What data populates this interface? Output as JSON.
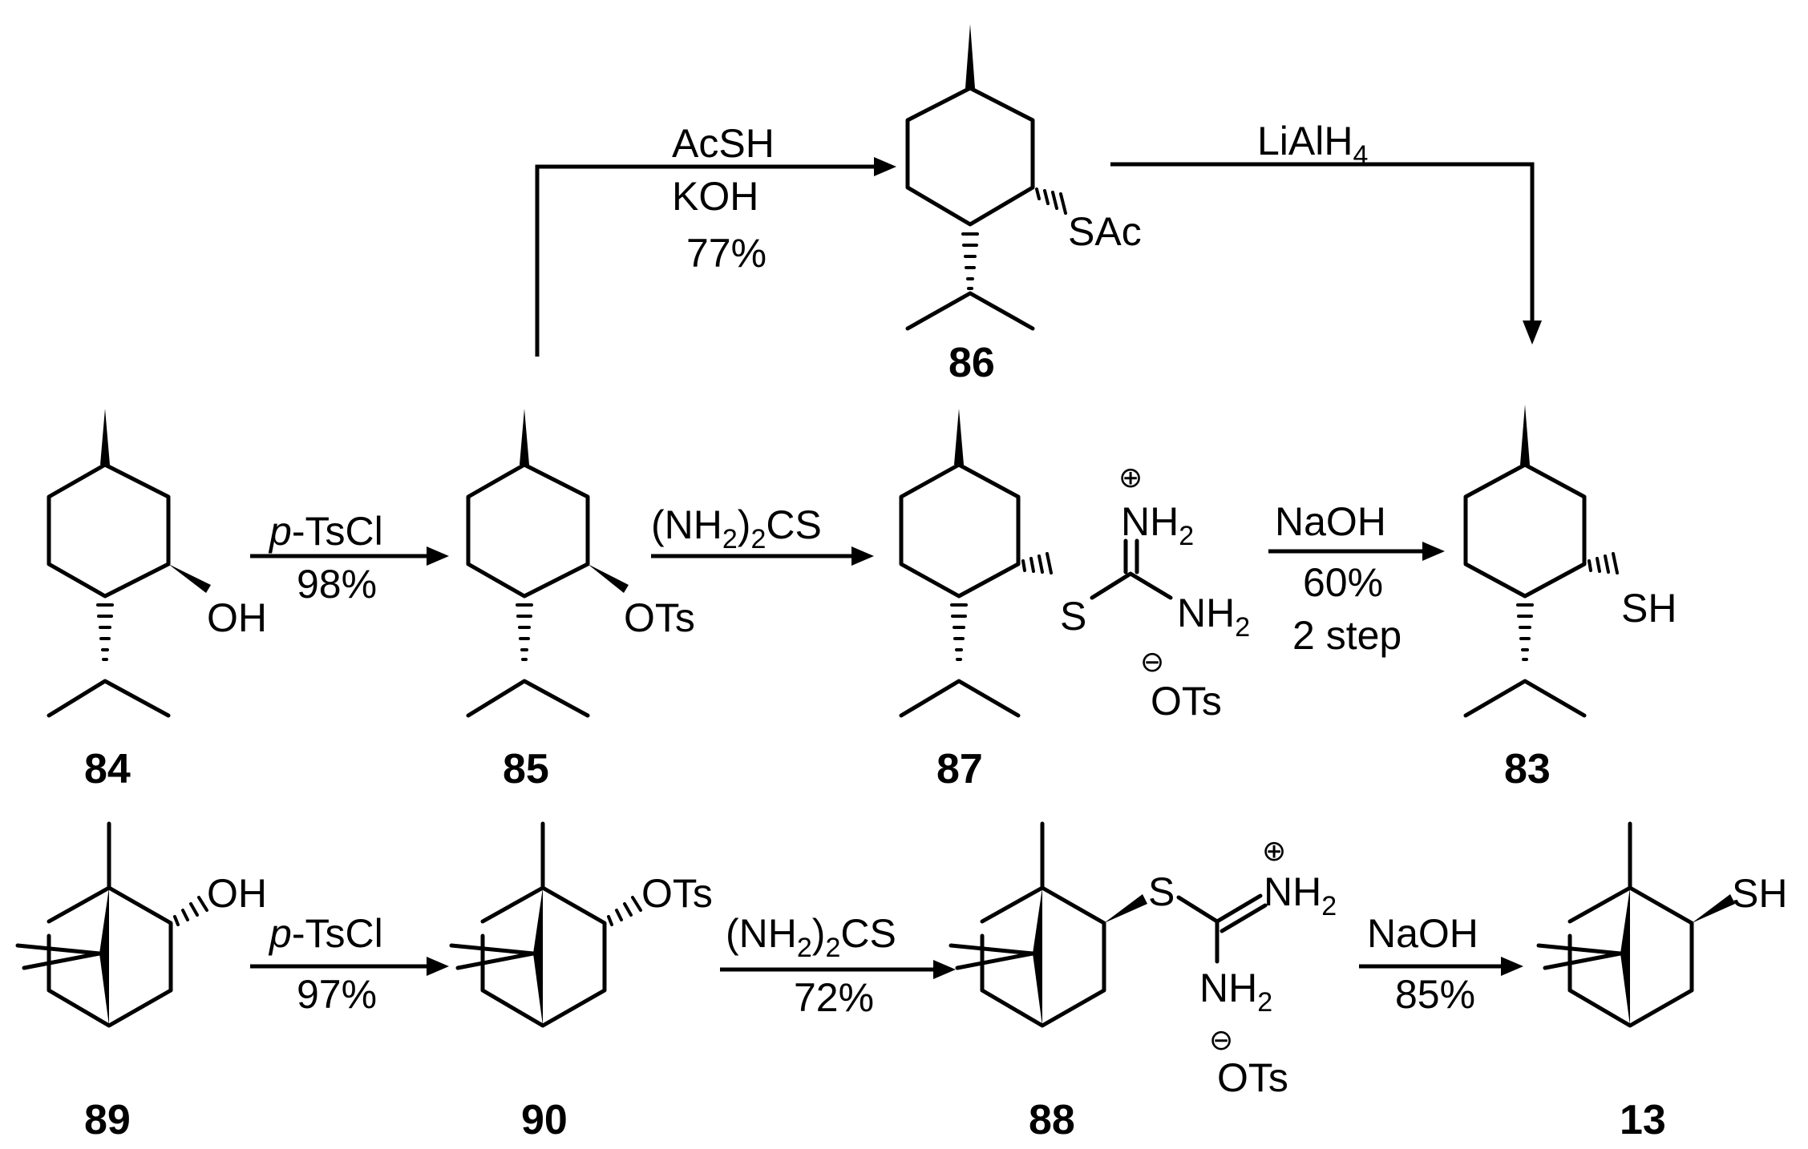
{
  "compounds": {
    "c84": {
      "number": "84",
      "substituent": "OH"
    },
    "c85": {
      "number": "85",
      "substituent": "OTs"
    },
    "c86": {
      "number": "86",
      "substituent": "SAc"
    },
    "c87": {
      "number": "87",
      "sulfur": "S",
      "nh2_top": "NH",
      "nh2_top_sub": "2",
      "nh2_bot": "NH",
      "nh2_bot_sub": "2",
      "counterion": "OTs",
      "plus": "⊕",
      "minus": "⊖"
    },
    "c83": {
      "number": "83",
      "substituent": "SH"
    },
    "c89": {
      "number": "89",
      "substituent": "OH"
    },
    "c90": {
      "number": "90",
      "substituent": "OTs"
    },
    "c88": {
      "number": "88",
      "sulfur": "S",
      "nh2_top": "NH",
      "nh2_top_sub": "2",
      "nh2_bot": "NH",
      "nh2_bot_sub": "2",
      "counterion": "OTs",
      "plus": "⊕",
      "minus": "⊖"
    },
    "c13": {
      "number": "13",
      "substituent": "SH"
    }
  },
  "reactions": {
    "r84_85": {
      "reagent_italic": "p",
      "reagent": "-TsCl",
      "yield": "98%"
    },
    "r85_86": {
      "line1": "AcSH",
      "line2": "KOH",
      "yield": "77%"
    },
    "r86_83": {
      "reagent": "LiAlH",
      "reagent_sub": "4"
    },
    "r85_87": {
      "reagent_a": "(NH",
      "reagent_sub": "2",
      "reagent_b": ")",
      "reagent_sub2": "2",
      "reagent_c": "CS"
    },
    "r87_83": {
      "line1": "NaOH",
      "yield": "60%",
      "line3": "2 step"
    },
    "r89_90": {
      "reagent_italic": "p",
      "reagent": "-TsCl",
      "yield": "97%"
    },
    "r90_88": {
      "reagent_a": "(NH",
      "reagent_sub": "2",
      "reagent_b": ")",
      "reagent_sub2": "2",
      "reagent_c": "CS",
      "yield": "72%"
    },
    "r88_13": {
      "line1": "NaOH",
      "yield": "85%"
    }
  }
}
